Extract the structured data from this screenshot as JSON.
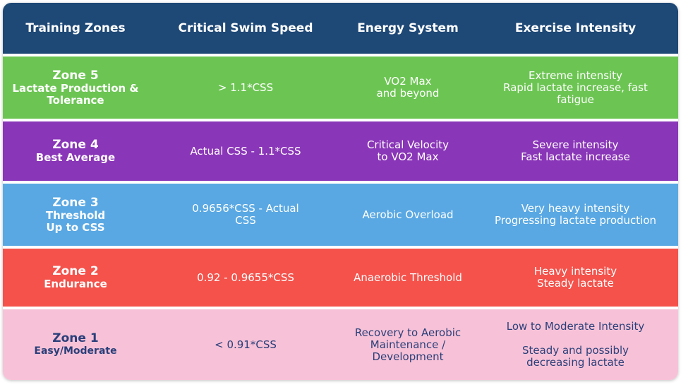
{
  "header": {
    "col1": "Training Zones",
    "col2": "Critical Swim Speed",
    "col3": "Energy System",
    "col4": "Exercise Intensity"
  },
  "zones": [
    {
      "name": "Zone 5",
      "sub": [
        "Lactate Production &",
        "Tolerance"
      ],
      "css": [
        "> 1.1*CSS"
      ],
      "energy": [
        "VO2 Max",
        "and beyond"
      ],
      "intensity": [
        "Extreme intensity",
        "Rapid lactate increase, fast",
        "fatigue"
      ],
      "color": "#6cc553"
    },
    {
      "name": "Zone 4",
      "sub": [
        "Best Average"
      ],
      "css": [
        "Actual CSS - 1.1*CSS"
      ],
      "energy": [
        "Critical Velocity",
        "to VO2 Max"
      ],
      "intensity": [
        "Severe intensity",
        "Fast lactate increase"
      ],
      "color": "#8a36b8"
    },
    {
      "name": "Zone 3",
      "sub": [
        "Threshold",
        "Up to CSS"
      ],
      "css": [
        "0.9656*CSS - Actual",
        "CSS"
      ],
      "energy": [
        "Aerobic Overload"
      ],
      "intensity": [
        "Very heavy intensity",
        "Progressing lactate production"
      ],
      "color": "#59a8e3"
    },
    {
      "name": "Zone 2",
      "sub": [
        "Endurance"
      ],
      "css": [
        "0.92 - 0.9655*CSS"
      ],
      "energy": [
        "Anaerobic Threshold"
      ],
      "intensity": [
        "Heavy intensity",
        "Steady lactate"
      ],
      "color": "#f4524b"
    },
    {
      "name": "Zone 1",
      "sub": [
        "Easy/Moderate"
      ],
      "css": [
        "< 0.91*CSS"
      ],
      "energy": [
        "Recovery to Aerobic",
        "Maintenance /",
        "Development"
      ],
      "intensity": [
        "Low to Moderate Intensity",
        "",
        "Steady and possibly",
        "decreasing lactate"
      ],
      "color": "#f7c2d7"
    }
  ],
  "colors": {
    "header": "#1e4876",
    "zone1_text": "#2a3f7a"
  }
}
